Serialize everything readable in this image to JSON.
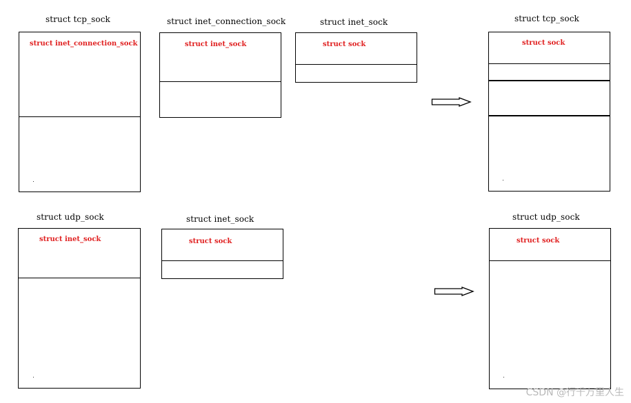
{
  "diagram": {
    "tcp_sock_title": "struct tcp_sock",
    "tcp_sock_inner": "struct inet_connection_sock",
    "inet_conn_title": "struct inet_connection_sock",
    "inet_conn_inner": "struct inet_sock",
    "inet_sock_title": "struct inet_sock",
    "inet_sock_inner": "struct sock",
    "tcp_result_title": "struct tcp_sock",
    "tcp_result_inner": "struct sock",
    "udp_sock_title": "struct udp_sock",
    "udp_sock_inner": "struct inet_sock",
    "udp_inet_title": "struct inet_sock",
    "udp_inet_inner": "struct sock",
    "udp_result_title": "struct udp_sock",
    "udp_result_inner": "struct sock"
  },
  "watermark": "CSDN @行千万里人生",
  "colors": {
    "inner_label": "#e02020",
    "border": "#000000",
    "watermark": "#b9b9b9"
  }
}
